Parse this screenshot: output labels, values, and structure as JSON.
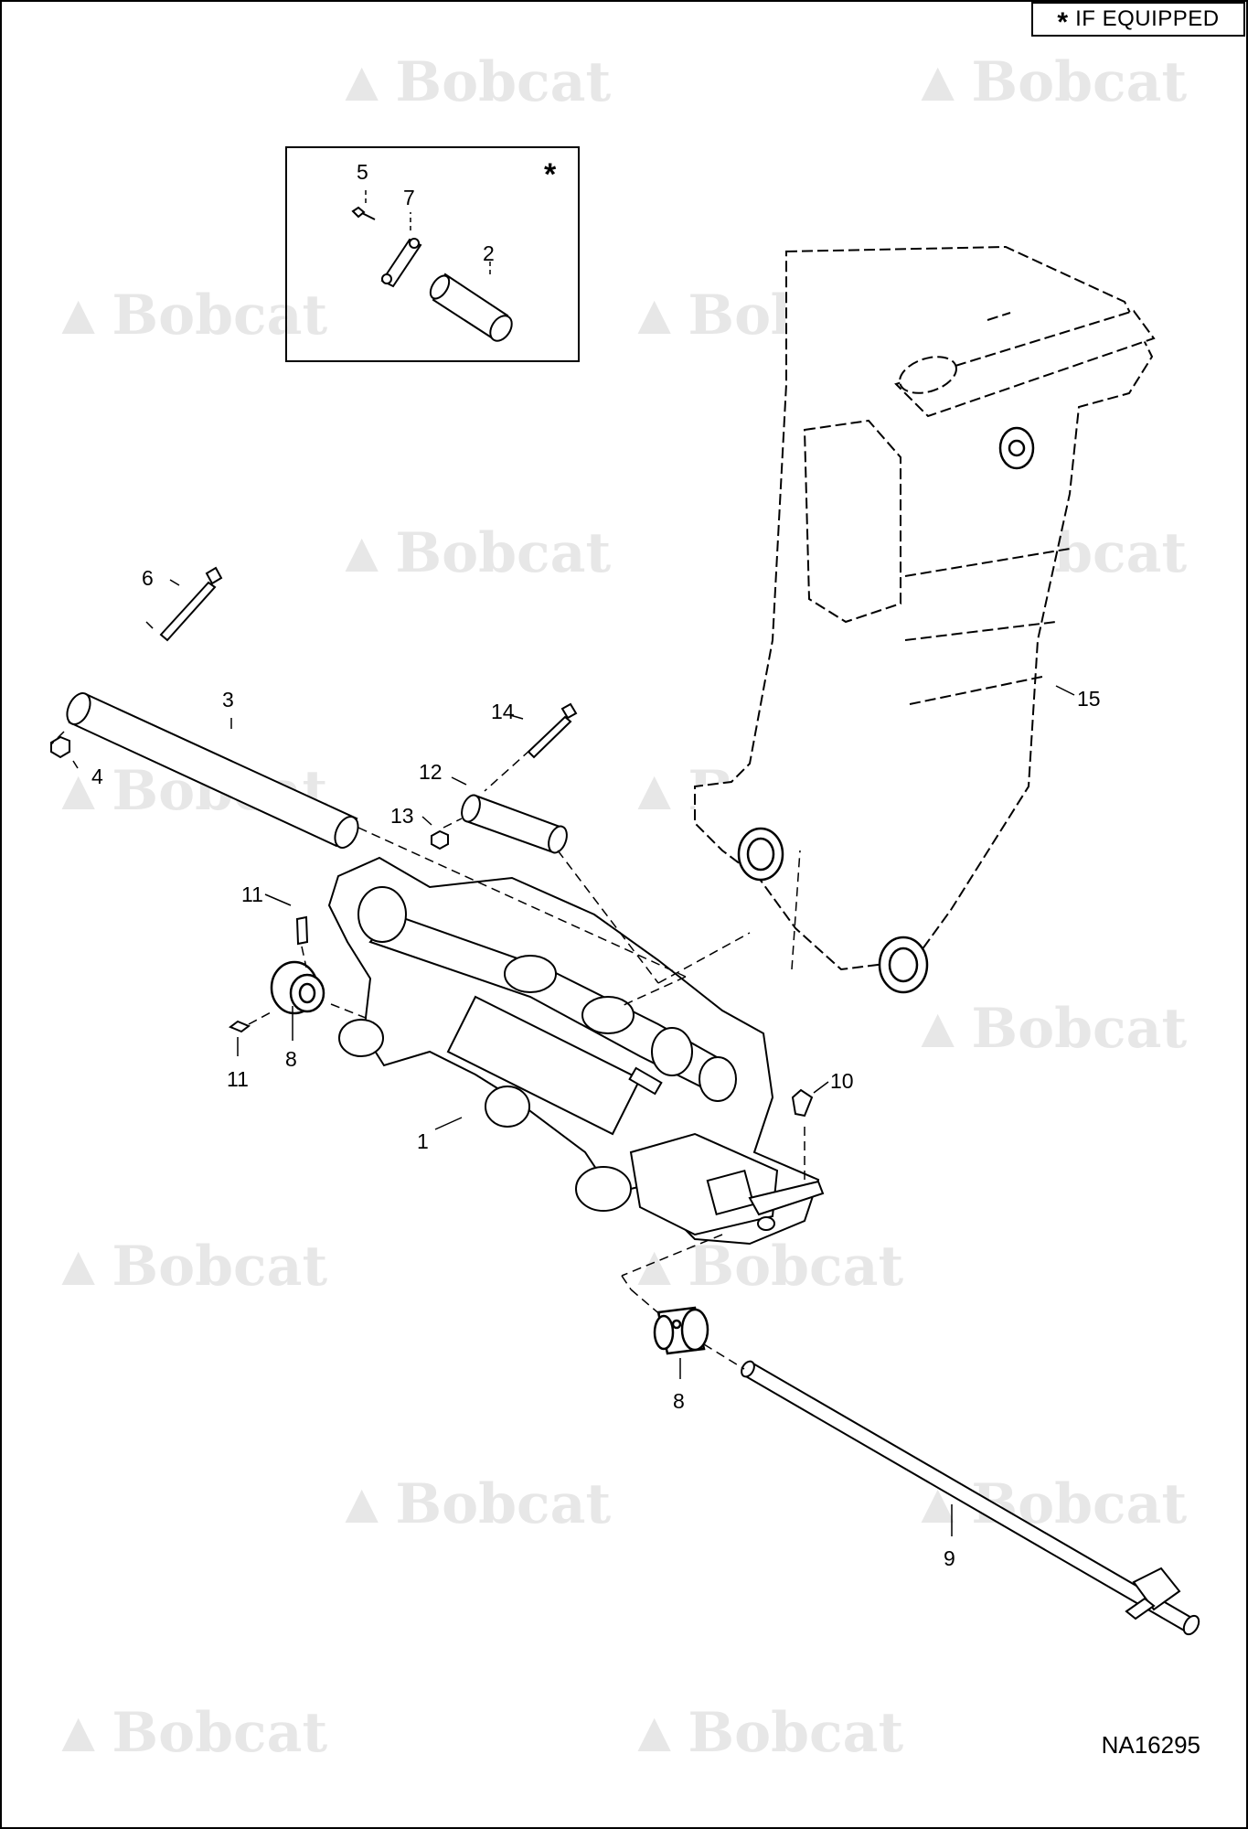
{
  "legend": {
    "symbol": "*",
    "text": "IF EQUIPPED"
  },
  "figure_id": "NA16295",
  "inset_marker": "*",
  "watermark": {
    "text": "Bobcat",
    "icon": "bobcat-logo-icon"
  },
  "callouts": [
    {
      "id": "c1",
      "label": "1"
    },
    {
      "id": "c2",
      "label": "2"
    },
    {
      "id": "c3",
      "label": "3"
    },
    {
      "id": "c4",
      "label": "4"
    },
    {
      "id": "c5",
      "label": "5"
    },
    {
      "id": "c6",
      "label": "6"
    },
    {
      "id": "c7",
      "label": "7"
    },
    {
      "id": "c8a",
      "label": "8"
    },
    {
      "id": "c8b",
      "label": "8"
    },
    {
      "id": "c9",
      "label": "9"
    },
    {
      "id": "c10",
      "label": "10"
    },
    {
      "id": "c11a",
      "label": "11"
    },
    {
      "id": "c11b",
      "label": "11"
    },
    {
      "id": "c12",
      "label": "12"
    },
    {
      "id": "c13",
      "label": "13"
    },
    {
      "id": "c14",
      "label": "14"
    },
    {
      "id": "c15",
      "label": "15"
    }
  ]
}
